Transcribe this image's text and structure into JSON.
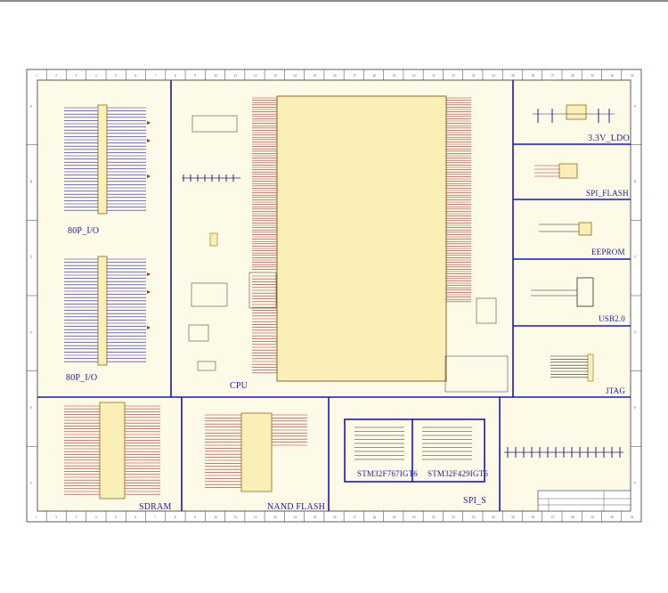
{
  "sheet": {
    "border_color": "#5b5b5b",
    "frame_fill": "#fdfbe8",
    "divider_color": "#1616b8",
    "chip_fill": "#fbefb8",
    "chip_outline": "#8a6a2a",
    "pin_color": "#a03030",
    "trace_color": "#2a2a2a",
    "net_color": "#2020a8",
    "column_ticks": [
      "1",
      "2",
      "3",
      "4",
      "5",
      "6",
      "7",
      "8",
      "9",
      "10",
      "11",
      "12",
      "13",
      "14",
      "15",
      "16",
      "17",
      "18",
      "19",
      "20",
      "21",
      "22",
      "23",
      "24",
      "25",
      "26",
      "27",
      "28",
      "29",
      "30",
      "31"
    ],
    "row_ticks": [
      "A",
      "B",
      "C",
      "D",
      "E",
      "F"
    ]
  },
  "blocks": {
    "io_top": "80P_I/O",
    "io_bottom": "80P_I/O",
    "cpu": "CPU",
    "ldo": "3.3V_LDO",
    "spi_flash": "SPI_FLASH",
    "eeprom": "EEPROM",
    "usb": "USB2.0",
    "jtag": "JTAG",
    "sdram": "SDRAM",
    "nand": "NAND FLASH",
    "spi_s": "SPI_S",
    "mcu_a": "STM32F767IGT6",
    "mcu_b": "STM32F429IGT6"
  }
}
